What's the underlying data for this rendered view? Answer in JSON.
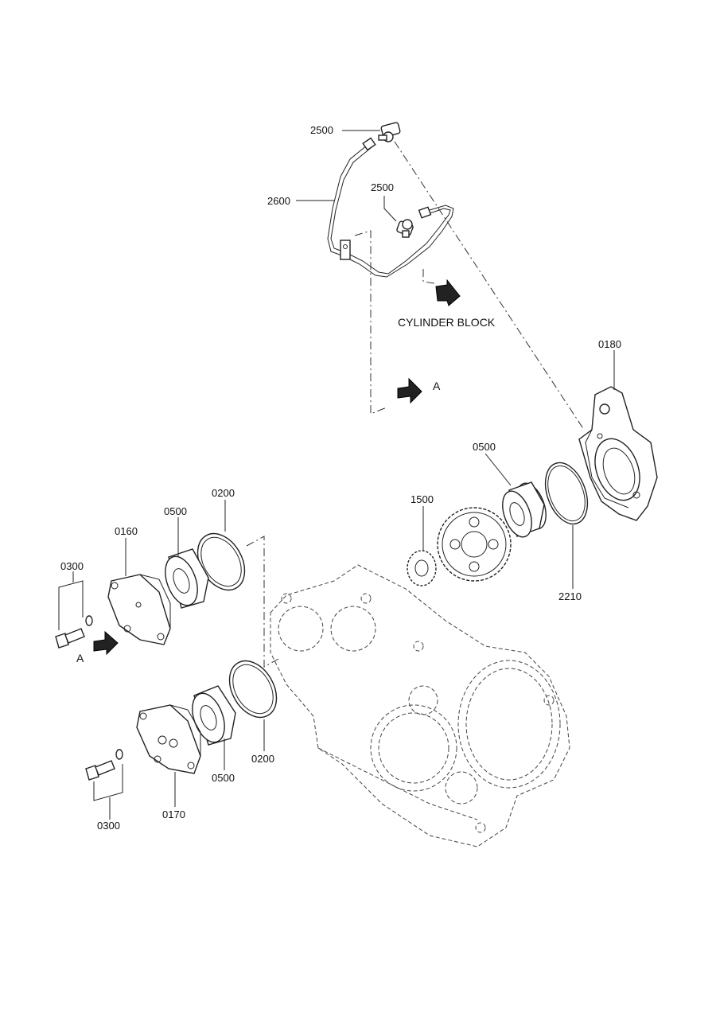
{
  "labels": {
    "l2500a": "2500",
    "l2500b": "2500",
    "l2600": "2600",
    "l0180": "0180",
    "l0500a": "0500",
    "l1500": "1500",
    "l2210": "2210",
    "l0200a": "0200",
    "l0500b": "0500",
    "l0160": "0160",
    "l0300a": "0300",
    "l0200b": "0200",
    "l0500c": "0500",
    "l0170": "0170",
    "l0300b": "0300"
  },
  "notes": {
    "cylinder_block": "CYLINDER BLOCK",
    "view_a_top": "A",
    "view_a_bottom": "A"
  }
}
